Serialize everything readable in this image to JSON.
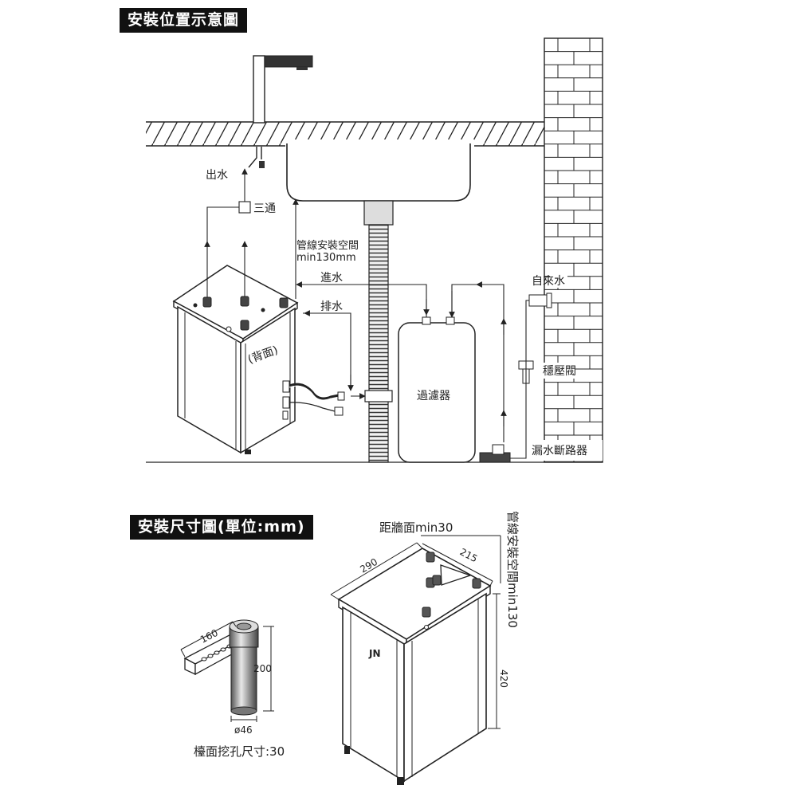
{
  "section1": {
    "title": "安裝位置示意圖",
    "labels": {
      "outlet": "出水",
      "tee": "三通",
      "pipe_space_line1": "管線安裝空間",
      "pipe_space_line2": "min130mm",
      "inlet": "進水",
      "drain": "排水",
      "back": "(背面)",
      "tap_water": "自來水",
      "pressure_valve": "穩壓閥",
      "filter": "過濾器",
      "leak_breaker": "漏水斷路器"
    }
  },
  "section2": {
    "title": "安裝尺寸圖(單位:mm)",
    "labels": {
      "wall_distance": "距牆面min30",
      "pipe_space_vertical": "管線安裝空間min130",
      "width": "290",
      "depth": "215",
      "height": "420",
      "faucet_length": "160",
      "faucet_height": "200",
      "faucet_diameter": "ø46",
      "counter_hole": "檯面挖孔尺寸:30",
      "logo": "JN"
    }
  }
}
